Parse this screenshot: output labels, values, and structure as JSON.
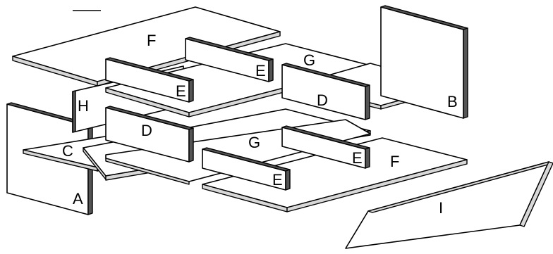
{
  "parts": {
    "a": "A",
    "b": "B",
    "c": "C",
    "d": "D",
    "e": "E",
    "f": "F",
    "g": "G",
    "h": "H",
    "i": "I"
  }
}
